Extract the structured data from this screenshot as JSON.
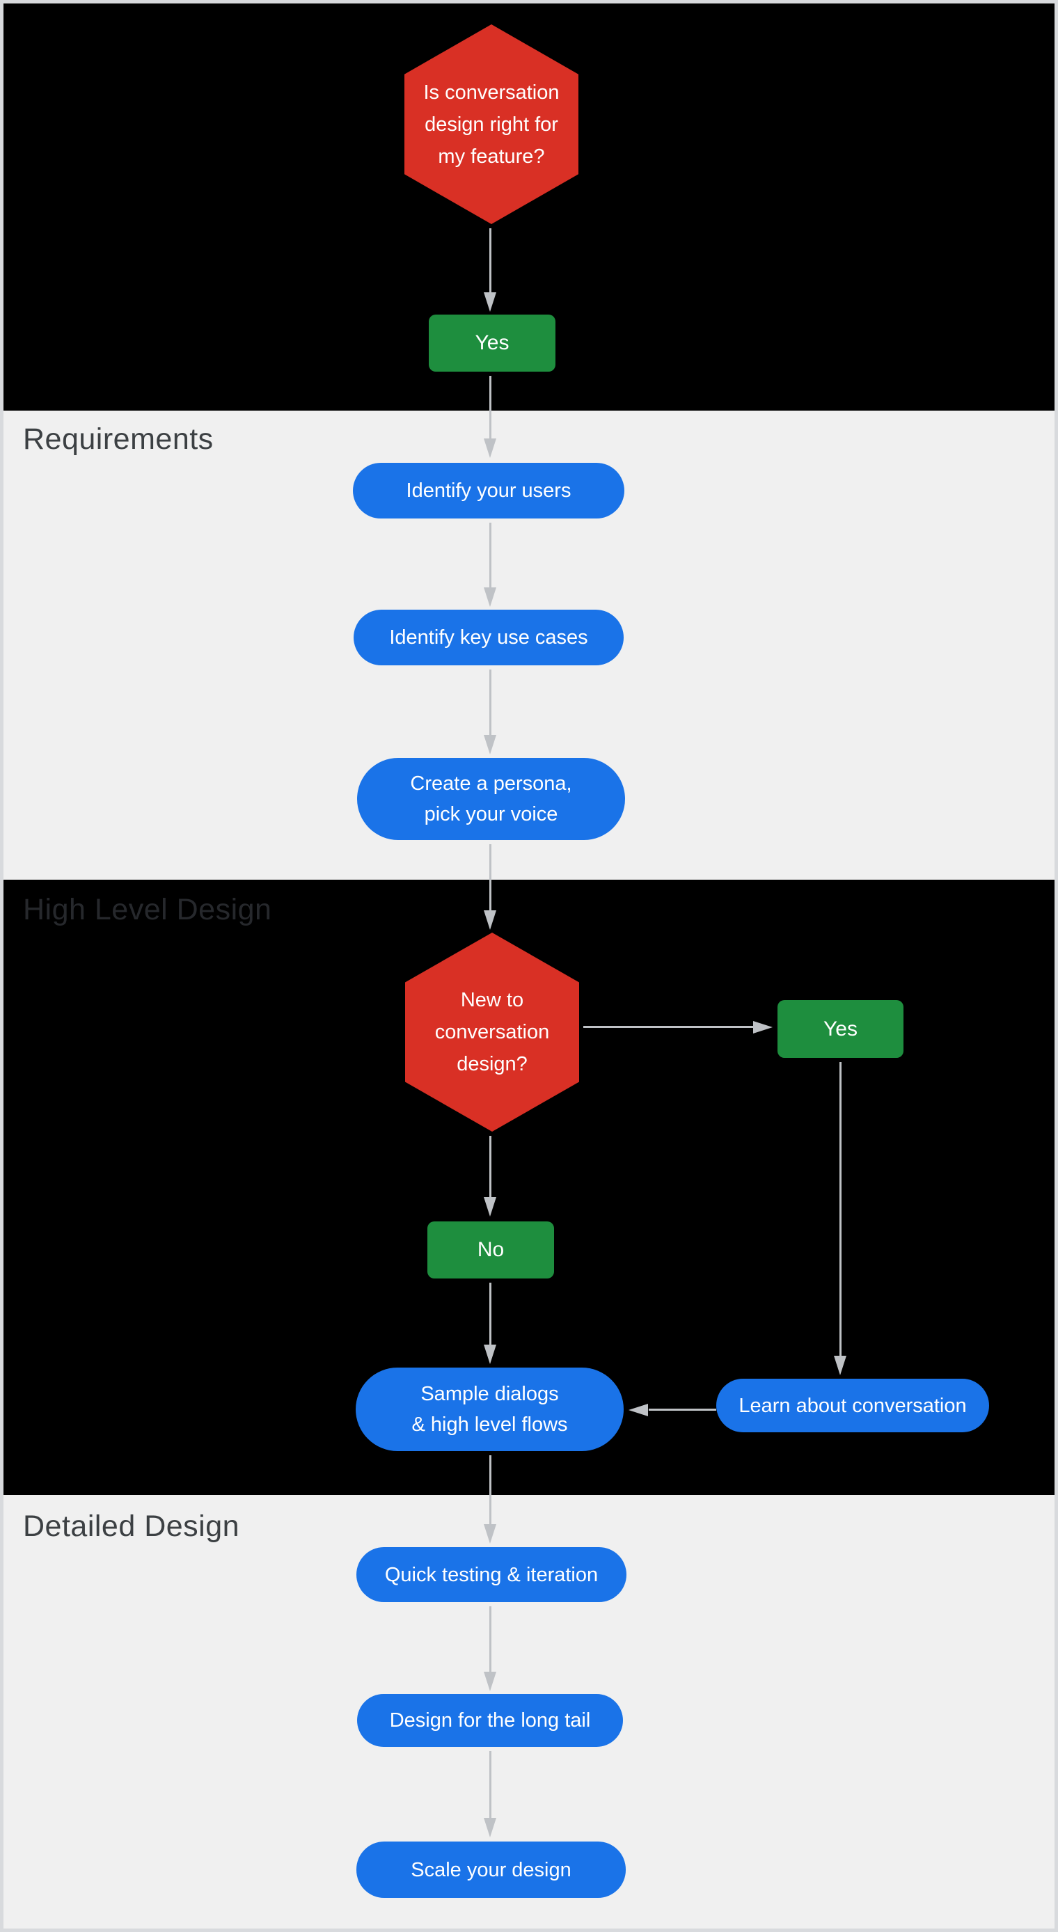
{
  "sections": {
    "requirements": {
      "label": "Requirements"
    },
    "high_level_design": {
      "label": "High Level Design"
    },
    "detailed_design": {
      "label": "Detailed Design"
    }
  },
  "nodes": {
    "is_conversation_design_right": {
      "shape": "hexagon-decision",
      "label": "Is conversation\ndesign right for\nmy feature?"
    },
    "yes_start": {
      "shape": "rect-answer",
      "label": "Yes"
    },
    "identify_your_users": {
      "shape": "pill-step",
      "label": "Identify your users"
    },
    "identify_key_use_cases": {
      "shape": "pill-step",
      "label": "Identify key use cases"
    },
    "create_a_persona": {
      "shape": "pill-step",
      "label": "Create a persona,\npick your voice"
    },
    "new_to_conversation_design": {
      "shape": "hexagon-decision",
      "label": "New to\nconversation\ndesign?"
    },
    "yes_new": {
      "shape": "rect-answer",
      "label": "Yes"
    },
    "no_new": {
      "shape": "rect-answer",
      "label": "No"
    },
    "sample_dialogs": {
      "shape": "pill-step",
      "label": "Sample dialogs\n& high level flows"
    },
    "learn_about_conversation": {
      "shape": "pill-step",
      "label": "Learn about conversation"
    },
    "quick_testing_iteration": {
      "shape": "pill-step",
      "label": "Quick testing & iteration"
    },
    "design_for_long_tail": {
      "shape": "pill-step",
      "label": "Design for the long tail"
    },
    "scale_your_design": {
      "shape": "pill-step",
      "label": "Scale your design"
    }
  },
  "colors": {
    "decision_red": "#D93025",
    "answer_green": "#1E8E3E",
    "step_blue": "#1A73E8",
    "arrow_gray": "#BFC2C6",
    "dark_band": "#000000",
    "light_band": "#F0F0F0",
    "label_on_light": "#3C4043",
    "label_on_dark": "#26282C",
    "frame_border": "#D8DADD"
  }
}
